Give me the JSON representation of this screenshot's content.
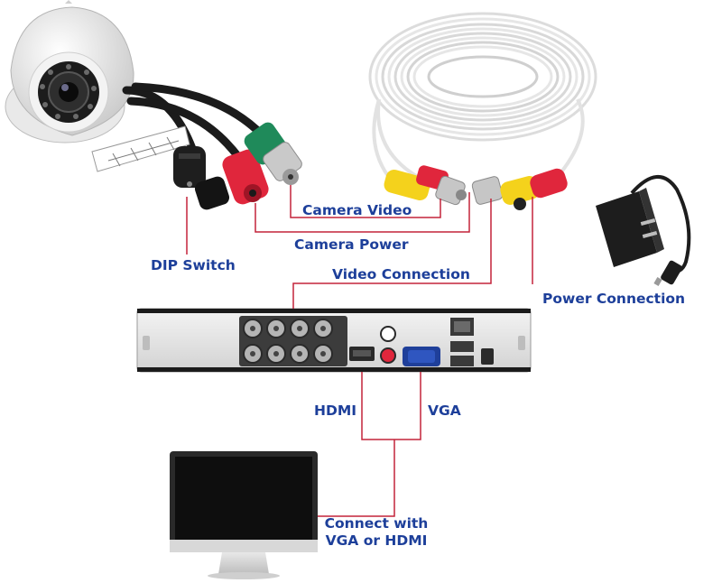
{
  "labels": {
    "camera_video": "Camera Video",
    "camera_power": "Camera Power",
    "dip_switch": "DIP Switch",
    "video_connection": "Video Connection",
    "power_connection": "Power Connection",
    "hdmi": "HDMI",
    "vga": "VGA",
    "connect_line1": "Connect with",
    "connect_line2": "VGA or HDMI"
  },
  "colors": {
    "label_text": "#1d3f9a",
    "connector_line": "#c4233a",
    "dvr_body": "#e6e6e6",
    "monitor_frame": "#2a2a2a",
    "cable": "#f2f2f2",
    "plug_yellow": "#f4d21c",
    "plug_red": "#e0263c",
    "plug_green": "#1f8a5a"
  }
}
